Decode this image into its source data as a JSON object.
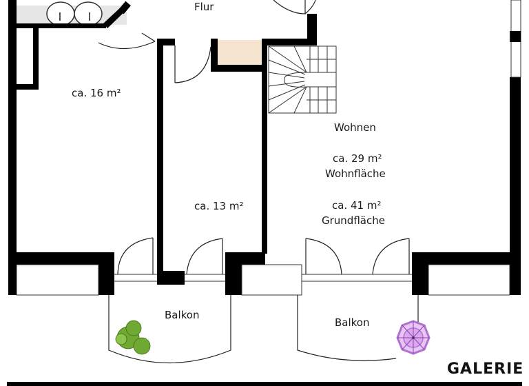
{
  "plan": {
    "rooms": [
      {
        "id": "flur",
        "name": "Flur"
      },
      {
        "id": "room-left",
        "area": "ca. 16 m²"
      },
      {
        "id": "room-middle",
        "area": "ca. 13 m²"
      },
      {
        "id": "wohnen",
        "name": "Wohnen",
        "living_area": "ca. 29 m²",
        "living_area_label": "Wohnfläche",
        "floor_area": "ca. 41 m²",
        "floor_area_label": "Grundfläche"
      }
    ],
    "balconies": [
      {
        "id": "balkon-left",
        "name": "Balkon"
      },
      {
        "id": "balkon-right",
        "name": "Balkon"
      }
    ],
    "section_label": "GALERIE",
    "colors": {
      "wall": "#000000",
      "background": "#ffffff",
      "storage": "#f5e4d0",
      "counter": "#e6e6e6",
      "plant": "#6fa832",
      "table": "#d9a3ea",
      "table_outline": "#9b55c0"
    }
  }
}
